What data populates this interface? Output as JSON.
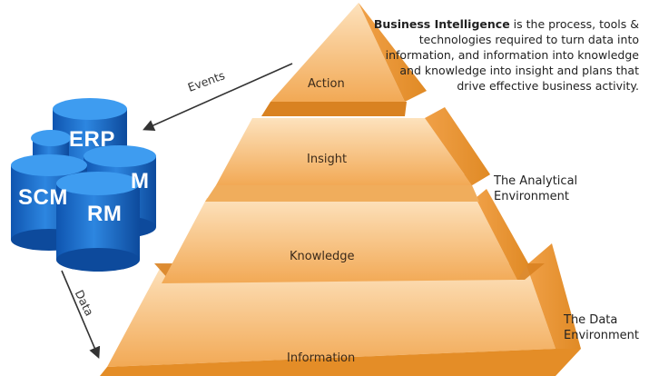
{
  "pyramid": {
    "tiers": [
      "Action",
      "Insight",
      "Knowledge",
      "Information"
    ]
  },
  "environments": {
    "analytical": [
      "The Analytical",
      "Environment"
    ],
    "data": [
      "The Data",
      "Environment"
    ]
  },
  "description": {
    "term": "Business Intelligence",
    "text": " is the process, tools & technologies required to turn data into information, and information into knowledge and knowledge into insight and plans that drive effective business activity."
  },
  "arrows": {
    "events": "Events",
    "data": "Data"
  },
  "databases": [
    "ERP",
    "M",
    "SCM",
    "RM"
  ],
  "colors": {
    "tier_light": "#f8c98a",
    "tier_dark": "#ec9a36",
    "band": "#d88321",
    "db_blue": "#1d6fd0",
    "db_top": "#3e9cf0"
  }
}
